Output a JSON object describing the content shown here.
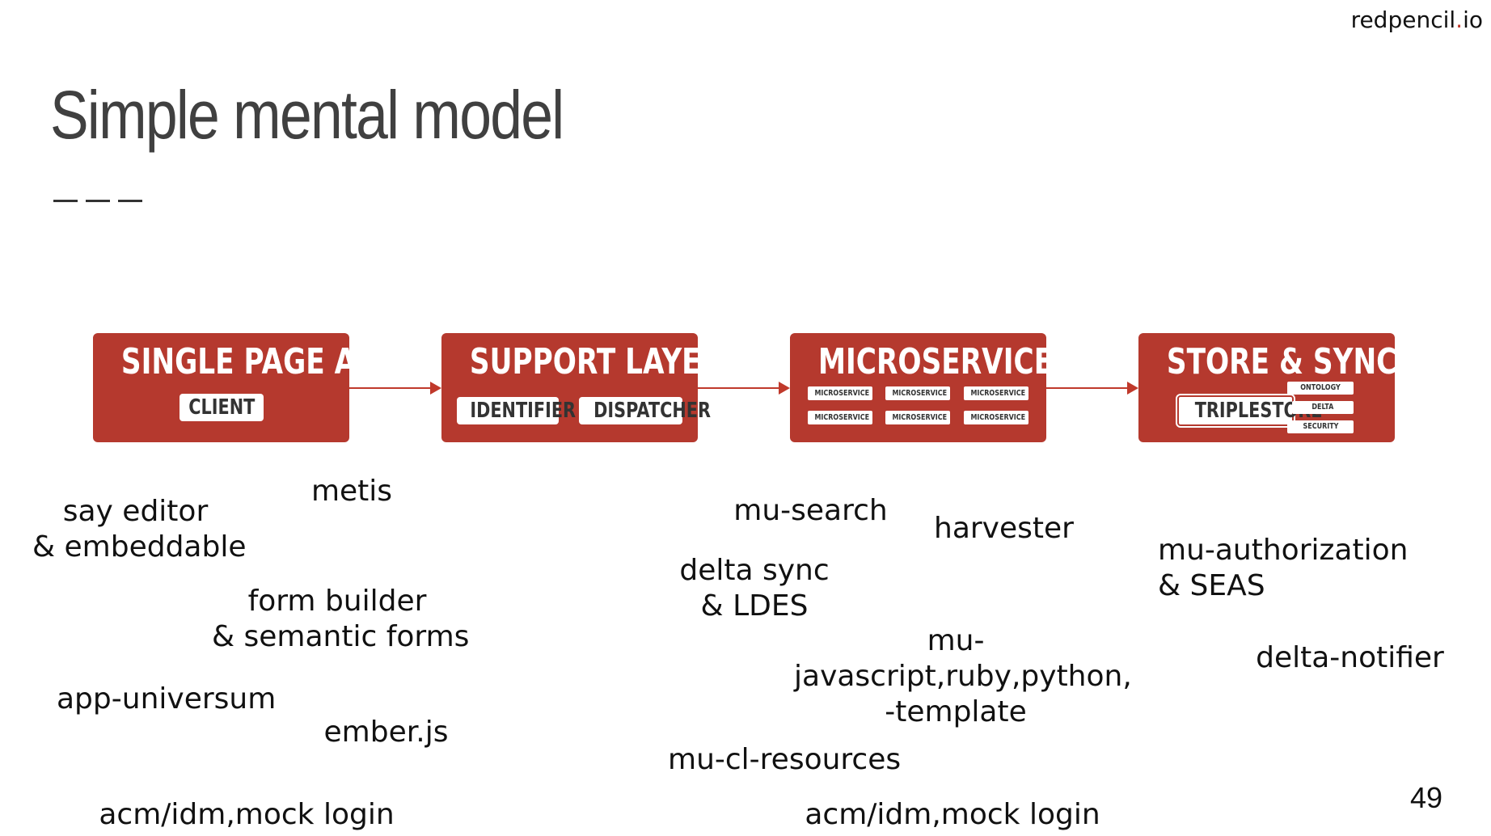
{
  "brand": {
    "name": "redpencil",
    "dot": ".",
    "tld": "io"
  },
  "slide": {
    "title": "Simple mental model",
    "page_number": "49"
  },
  "diagram": {
    "boxes": [
      {
        "title": "SINGLE PAGE APP",
        "tags": [
          "CLIENT"
        ]
      },
      {
        "title": "SUPPORT LAYER",
        "tags": [
          "IDENTIFIER",
          "DISPATCHER"
        ]
      },
      {
        "title": "MICROSERVICES",
        "tags": [
          "MICROSERVICE",
          "MICROSERVICE",
          "MICROSERVICE",
          "MICROSERVICE",
          "MICROSERVICE",
          "MICROSERVICE"
        ]
      },
      {
        "title": "STORE & SYNC",
        "tags": [
          "TRIPLESTORE",
          "ONTOLOGY",
          "DELTA",
          "SECURITY"
        ]
      }
    ],
    "colors": {
      "box": "#b5392e",
      "arrow": "#c0392b",
      "tag_bg": "#ffffff",
      "tag_text": "#333333"
    }
  },
  "labels": {
    "say_editor": "say editor\n& embeddable",
    "metis": "metis",
    "form_builder": "form builder\n& semantic forms",
    "app_universum": "app-universum",
    "emberjs": "ember.js",
    "acm_left": "acm/idm,mock login",
    "mu_search": "mu-search",
    "harvester": "harvester",
    "delta_sync": "delta sync\n& LDES",
    "mu_languages": "mu-\njavascript,ruby,python,\n-template",
    "mu_cl_resources": "mu-cl-resources",
    "acm_right": "acm/idm,mock login",
    "mu_authorization": "mu-authorization\n& SEAS",
    "delta_notifier": "delta-notifier"
  }
}
